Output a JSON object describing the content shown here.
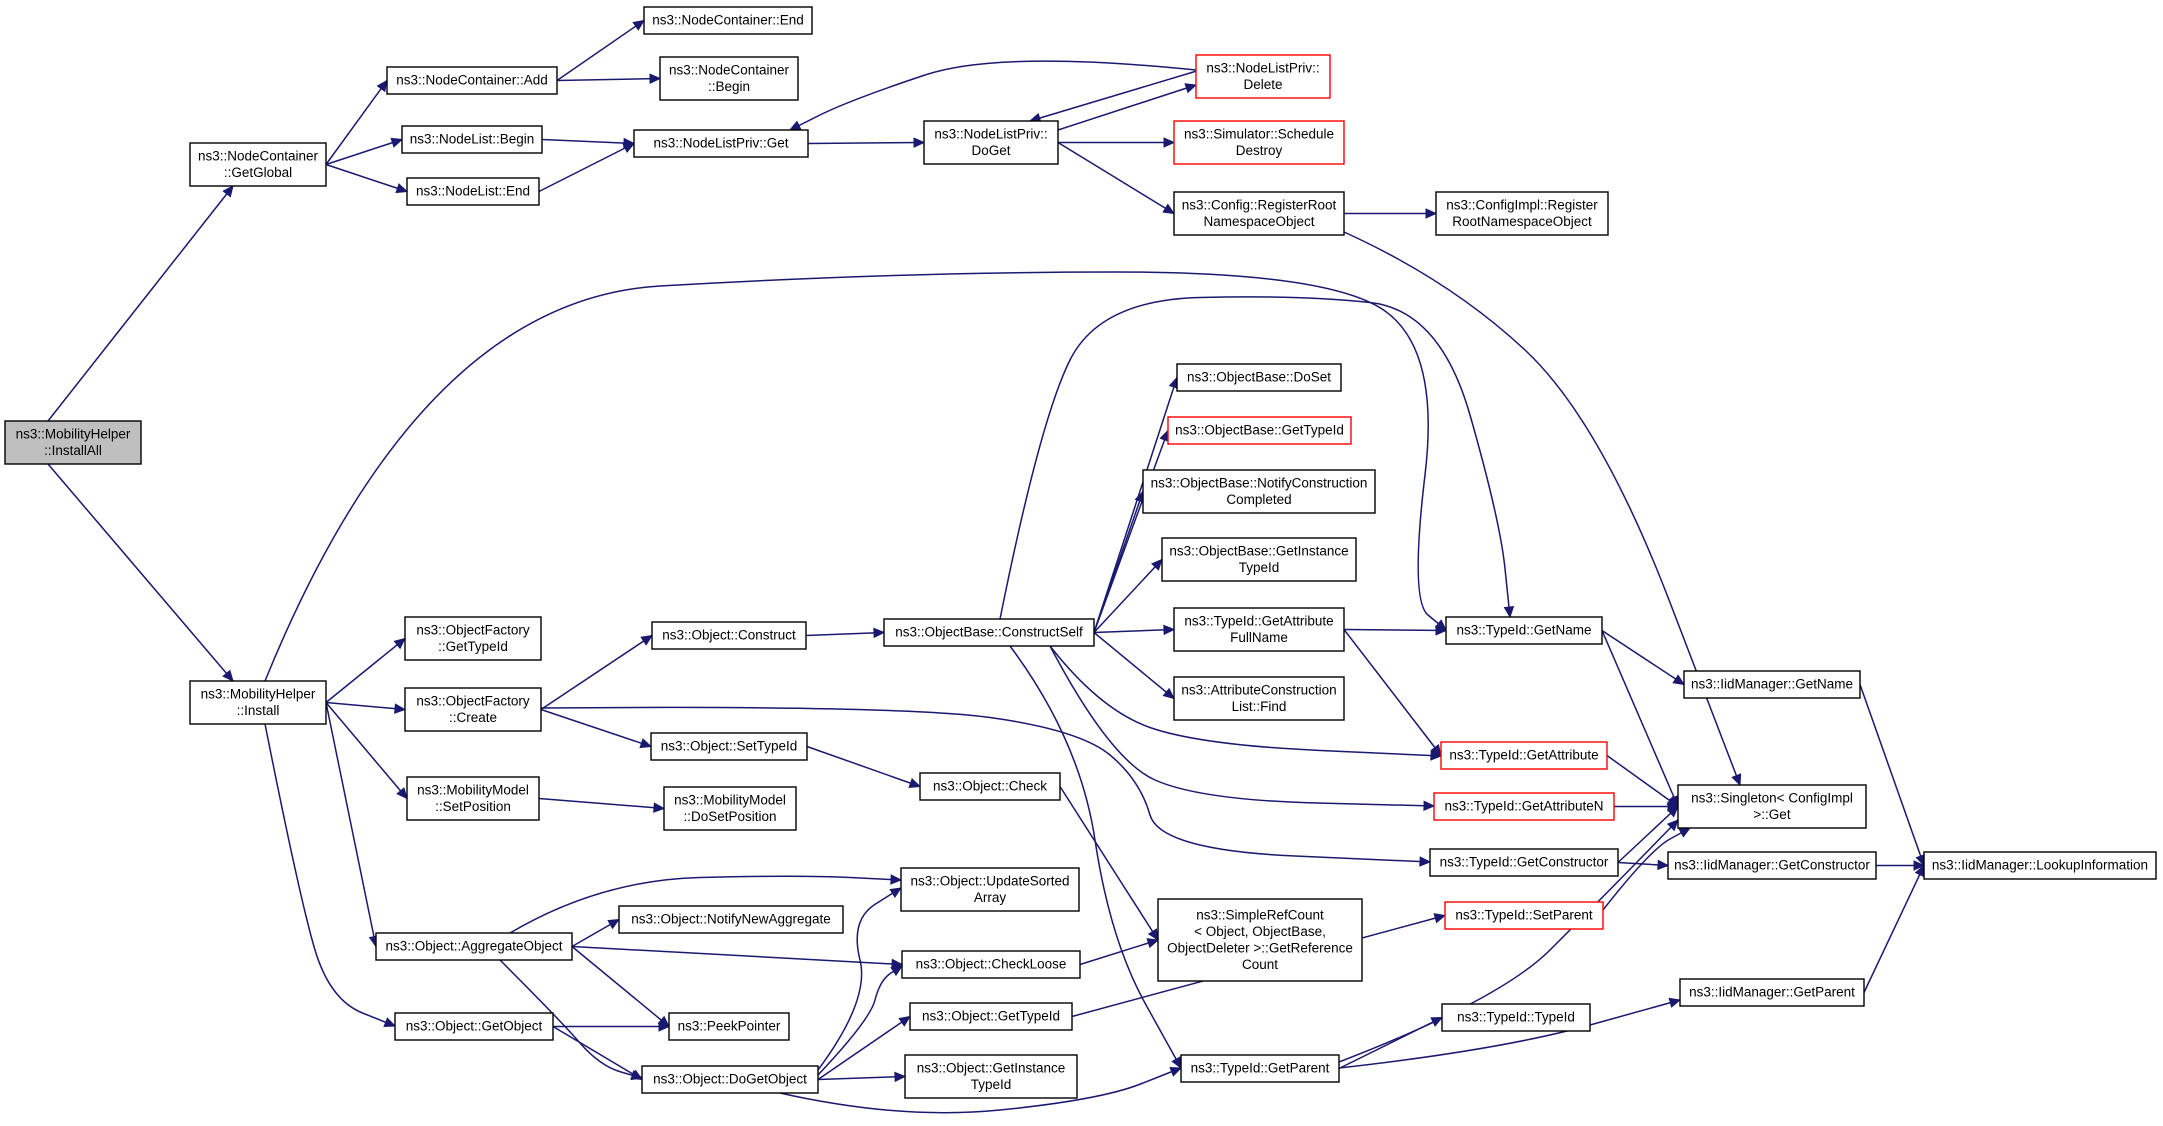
{
  "nodes": {
    "n_root": {
      "label": [
        "ns3::MobilityHelper",
        "::InstallAll"
      ],
      "style": "root"
    },
    "n_getglobal": {
      "label": [
        "ns3::NodeContainer",
        "::GetGlobal"
      ]
    },
    "n_install": {
      "label": [
        "ns3::MobilityHelper",
        "::Install"
      ]
    },
    "n_nc_end": {
      "label": [
        "ns3::NodeContainer::End"
      ]
    },
    "n_nc_add": {
      "label": [
        "ns3::NodeContainer::Add"
      ]
    },
    "n_nc_begin": {
      "label": [
        "ns3::NodeContainer",
        "::Begin"
      ]
    },
    "n_nl_begin": {
      "label": [
        "ns3::NodeList::Begin"
      ]
    },
    "n_nl_end": {
      "label": [
        "ns3::NodeList::End"
      ]
    },
    "n_nlp_get": {
      "label": [
        "ns3::NodeListPriv::Get"
      ]
    },
    "n_nlp_doget": {
      "label": [
        "ns3::NodeListPriv::",
        "DoGet"
      ]
    },
    "n_nlp_delete": {
      "label": [
        "ns3::NodeListPriv::",
        "Delete"
      ],
      "style": "red"
    },
    "n_sim_sched": {
      "label": [
        "ns3::Simulator::Schedule",
        "Destroy"
      ],
      "style": "red"
    },
    "n_cfg_reg": {
      "label": [
        "ns3::Config::RegisterRoot",
        "NamespaceObject"
      ]
    },
    "n_cfgimpl_reg": {
      "label": [
        "ns3::ConfigImpl::Register",
        "RootNamespaceObject"
      ]
    },
    "n_ob_doset": {
      "label": [
        "ns3::ObjectBase::DoSet"
      ]
    },
    "n_ob_gettid": {
      "label": [
        "ns3::ObjectBase::GetTypeId"
      ],
      "style": "red"
    },
    "n_ob_notify": {
      "label": [
        "ns3::ObjectBase::NotifyConstruction",
        "Completed"
      ]
    },
    "n_ob_getinst": {
      "label": [
        "ns3::ObjectBase::GetInstance",
        "TypeId"
      ]
    },
    "n_tid_getattrfull": {
      "label": [
        "ns3::TypeId::GetAttribute",
        "FullName"
      ]
    },
    "n_tid_getname": {
      "label": [
        "ns3::TypeId::GetName"
      ]
    },
    "n_acl_find": {
      "label": [
        "ns3::AttributeConstruction",
        "List::Find"
      ]
    },
    "n_of_gettid": {
      "label": [
        "ns3::ObjectFactory",
        "::GetTypeId"
      ]
    },
    "n_of_create": {
      "label": [
        "ns3::ObjectFactory",
        "::Create"
      ]
    },
    "n_obj_construct": {
      "label": [
        "ns3::Object::Construct"
      ]
    },
    "n_ob_constructself": {
      "label": [
        "ns3::ObjectBase::ConstructSelf"
      ]
    },
    "n_iid_getname": {
      "label": [
        "ns3::IidManager::GetName"
      ]
    },
    "n_tid_getattr": {
      "label": [
        "ns3::TypeId::GetAttribute"
      ],
      "style": "red"
    },
    "n_tid_getattrn": {
      "label": [
        "ns3::TypeId::GetAttributeN"
      ],
      "style": "red"
    },
    "n_singleton": {
      "label": [
        "ns3::Singleton< ConfigImpl",
        " >::Get"
      ]
    },
    "n_obj_settid": {
      "label": [
        "ns3::Object::SetTypeId"
      ]
    },
    "n_obj_check": {
      "label": [
        "ns3::Object::Check"
      ]
    },
    "n_mm_setpos": {
      "label": [
        "ns3::MobilityModel",
        "::SetPosition"
      ]
    },
    "n_mm_dosetpos": {
      "label": [
        "ns3::MobilityModel",
        "::DoSetPosition"
      ]
    },
    "n_tid_getctor": {
      "label": [
        "ns3::TypeId::GetConstructor"
      ]
    },
    "n_iid_getctor": {
      "label": [
        "ns3::IidManager::GetConstructor"
      ]
    },
    "n_iid_lookup": {
      "label": [
        "ns3::IidManager::LookupInformation"
      ]
    },
    "n_obj_upd": {
      "label": [
        "ns3::Object::UpdateSorted",
        "Array"
      ]
    },
    "n_srefcount": {
      "label": [
        "ns3::SimpleRefCount",
        "< Object, ObjectBase,",
        "ObjectDeleter >::GetReference",
        "Count"
      ]
    },
    "n_tid_setparent": {
      "label": [
        "ns3::TypeId::SetParent"
      ],
      "style": "red"
    },
    "n_obj_notifynew": {
      "label": [
        "ns3::Object::NotifyNewAggregate"
      ]
    },
    "n_obj_aggregate": {
      "label": [
        "ns3::Object::AggregateObject"
      ]
    },
    "n_obj_checkloose": {
      "label": [
        "ns3::Object::CheckLoose"
      ]
    },
    "n_iid_getparent": {
      "label": [
        "ns3::IidManager::GetParent"
      ]
    },
    "n_obj_getobject": {
      "label": [
        "ns3::Object::GetObject"
      ]
    },
    "n_peekpointer": {
      "label": [
        "ns3::PeekPointer"
      ]
    },
    "n_obj_gettid": {
      "label": [
        "ns3::Object::GetTypeId"
      ]
    },
    "n_tid_tid": {
      "label": [
        "ns3::TypeId::TypeId"
      ]
    },
    "n_obj_dogetobject": {
      "label": [
        "ns3::Object::DoGetObject"
      ]
    },
    "n_obj_getinst": {
      "label": [
        "ns3::Object::GetInstance",
        "TypeId"
      ]
    },
    "n_tid_getparent": {
      "label": [
        "ns3::TypeId::GetParent"
      ]
    }
  },
  "edges": [
    [
      "n_root",
      "n_getglobal"
    ],
    [
      "n_root",
      "n_install"
    ],
    [
      "n_getglobal",
      "n_nc_add"
    ],
    [
      "n_getglobal",
      "n_nl_begin"
    ],
    [
      "n_getglobal",
      "n_nl_end"
    ],
    [
      "n_nc_add",
      "n_nc_end"
    ],
    [
      "n_nc_add",
      "n_nc_begin"
    ],
    [
      "n_nl_begin",
      "n_nlp_get"
    ],
    [
      "n_nl_end",
      "n_nlp_get"
    ],
    [
      "n_nlp_get",
      "n_nlp_doget"
    ],
    [
      "n_nlp_doget",
      "n_nlp_delete"
    ],
    [
      "n_nlp_doget",
      "n_sim_sched"
    ],
    [
      "n_nlp_doget",
      "n_cfg_reg"
    ],
    [
      "n_nlp_delete",
      "n_nlp_get"
    ],
    [
      "n_nlp_delete",
      "n_nlp_doget"
    ],
    [
      "n_cfg_reg",
      "n_cfgimpl_reg"
    ],
    [
      "n_cfg_reg",
      "n_singleton"
    ],
    [
      "n_install",
      "n_tid_getname"
    ],
    [
      "n_install",
      "n_of_gettid"
    ],
    [
      "n_install",
      "n_of_create"
    ],
    [
      "n_install",
      "n_mm_setpos"
    ],
    [
      "n_install",
      "n_obj_aggregate"
    ],
    [
      "n_install",
      "n_obj_getobject"
    ],
    [
      "n_of_create",
      "n_obj_construct"
    ],
    [
      "n_of_create",
      "n_obj_settid"
    ],
    [
      "n_of_create",
      "n_tid_getctor"
    ],
    [
      "n_obj_construct",
      "n_ob_constructself"
    ],
    [
      "n_ob_constructself",
      "n_ob_doset"
    ],
    [
      "n_ob_constructself",
      "n_ob_gettid"
    ],
    [
      "n_ob_constructself",
      "n_ob_notify"
    ],
    [
      "n_ob_constructself",
      "n_ob_getinst"
    ],
    [
      "n_ob_constructself",
      "n_tid_getattrfull"
    ],
    [
      "n_ob_constructself",
      "n_tid_getname"
    ],
    [
      "n_ob_constructself",
      "n_acl_find"
    ],
    [
      "n_ob_constructself",
      "n_tid_getattr"
    ],
    [
      "n_ob_constructself",
      "n_tid_getattrn"
    ],
    [
      "n_ob_constructself",
      "n_tid_getparent"
    ],
    [
      "n_tid_getattrfull",
      "n_tid_getname"
    ],
    [
      "n_tid_getattrfull",
      "n_tid_getattr"
    ],
    [
      "n_tid_getname",
      "n_iid_getname"
    ],
    [
      "n_tid_getname",
      "n_singleton"
    ],
    [
      "n_iid_getname",
      "n_iid_lookup"
    ],
    [
      "n_tid_getattr",
      "n_singleton"
    ],
    [
      "n_tid_getattrn",
      "n_singleton"
    ],
    [
      "n_obj_settid",
      "n_obj_check"
    ],
    [
      "n_obj_check",
      "n_srefcount"
    ],
    [
      "n_mm_setpos",
      "n_mm_dosetpos"
    ],
    [
      "n_tid_getctor",
      "n_iid_getctor"
    ],
    [
      "n_tid_getctor",
      "n_singleton"
    ],
    [
      "n_iid_getctor",
      "n_iid_lookup"
    ],
    [
      "n_obj_aggregate",
      "n_obj_upd"
    ],
    [
      "n_obj_aggregate",
      "n_obj_notifynew"
    ],
    [
      "n_obj_aggregate",
      "n_obj_checkloose"
    ],
    [
      "n_obj_aggregate",
      "n_peekpointer"
    ],
    [
      "n_obj_aggregate",
      "n_obj_dogetobject"
    ],
    [
      "n_obj_checkloose",
      "n_srefcount"
    ],
    [
      "n_obj_getobject",
      "n_peekpointer"
    ],
    [
      "n_obj_getobject",
      "n_obj_dogetobject"
    ],
    [
      "n_obj_dogetobject",
      "n_obj_upd"
    ],
    [
      "n_obj_dogetobject",
      "n_obj_checkloose"
    ],
    [
      "n_obj_dogetobject",
      "n_obj_gettid"
    ],
    [
      "n_obj_dogetobject",
      "n_obj_getinst"
    ],
    [
      "n_obj_dogetobject",
      "n_tid_getparent"
    ],
    [
      "n_obj_gettid",
      "n_tid_setparent"
    ],
    [
      "n_tid_setparent",
      "n_singleton"
    ],
    [
      "n_tid_getparent",
      "n_tid_tid"
    ],
    [
      "n_tid_getparent",
      "n_iid_getparent"
    ],
    [
      "n_tid_getparent",
      "n_singleton"
    ],
    [
      "n_iid_getparent",
      "n_iid_lookup"
    ]
  ],
  "colors": {
    "edge": "#191970",
    "node_border": "#000000",
    "highlight_border": "#ff0000",
    "root_fill": "#bfbfbf"
  }
}
